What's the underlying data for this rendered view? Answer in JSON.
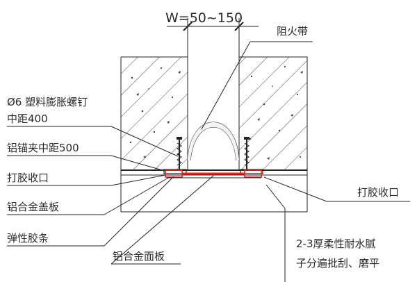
{
  "diagram": {
    "dimension_label": "W=50~150",
    "labels": {
      "fire_tape": "阻火带",
      "anchor_line1": "Ø6 塑料膨胀螺钉",
      "anchor_line2": "中距400",
      "clip": "铝锚夹中距500",
      "sealant_left": "打胶收口",
      "cover_plate": "铝合金盖板",
      "rubber_strip": "弹性胶条",
      "face_plate": "铝合金面板",
      "sealant_right": "打胶收口",
      "putty_line1": "2-3厚柔性耐水腻",
      "putty_line2": "子分遍批刮、磨平"
    },
    "colors": {
      "line": "#222222",
      "plate": "#e8211b",
      "background": "#ffffff"
    }
  }
}
